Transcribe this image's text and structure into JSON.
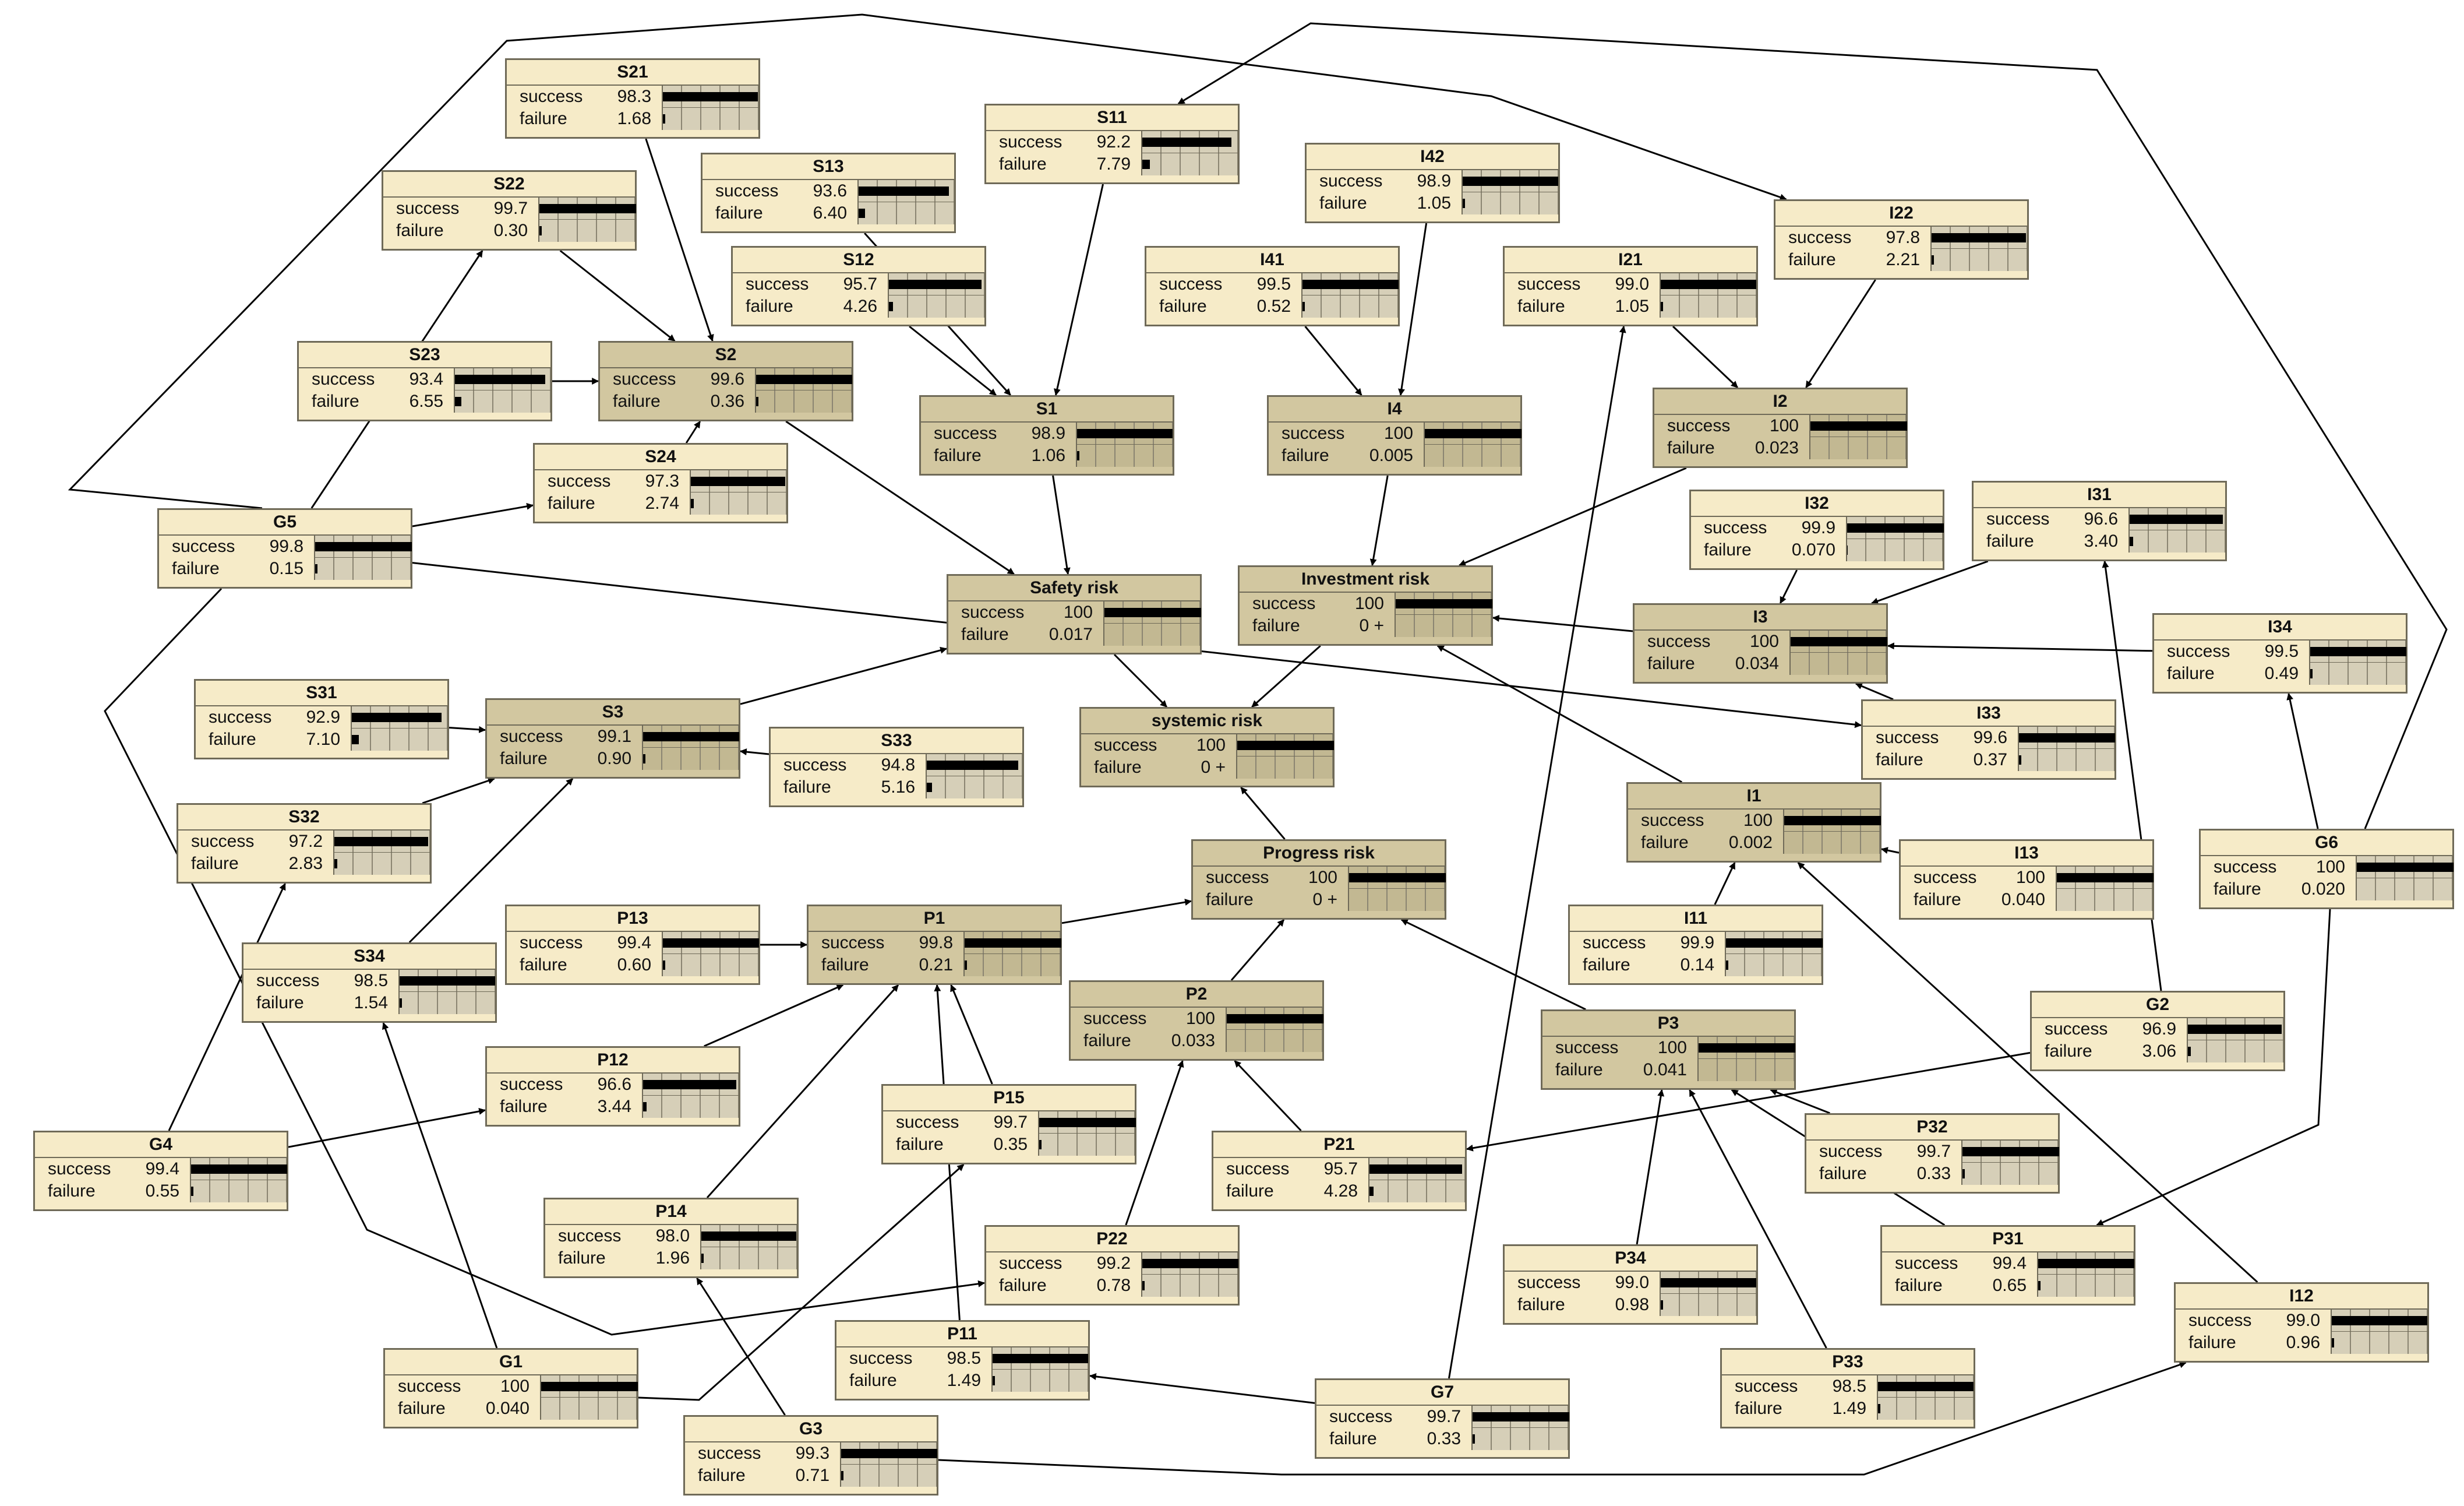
{
  "state_labels": {
    "success": "success",
    "failure": "failure"
  },
  "nodes": [
    {
      "id": "S21",
      "title": "S21",
      "success": "98.3",
      "failure": "1.68",
      "p_success": 0.983,
      "p_failure": 0.0168
    },
    {
      "id": "S22",
      "title": "S22",
      "success": "99.7",
      "failure": "0.30",
      "p_success": 0.997,
      "p_failure": 0.003
    },
    {
      "id": "S13",
      "title": "S13",
      "success": "93.6",
      "failure": "6.40",
      "p_success": 0.936,
      "p_failure": 0.064
    },
    {
      "id": "S11",
      "title": "S11",
      "success": "92.2",
      "failure": "7.79",
      "p_success": 0.922,
      "p_failure": 0.0779
    },
    {
      "id": "I42",
      "title": "I42",
      "success": "98.9",
      "failure": "1.05",
      "p_success": 0.989,
      "p_failure": 0.0105
    },
    {
      "id": "I22",
      "title": "I22",
      "success": "97.8",
      "failure": "2.21",
      "p_success": 0.978,
      "p_failure": 0.0221
    },
    {
      "id": "S12",
      "title": "S12",
      "success": "95.7",
      "failure": "4.26",
      "p_success": 0.957,
      "p_failure": 0.0426
    },
    {
      "id": "I41",
      "title": "I41",
      "success": "99.5",
      "failure": "0.52",
      "p_success": 0.995,
      "p_failure": 0.0052
    },
    {
      "id": "I21",
      "title": "I21",
      "success": "99.0",
      "failure": "1.05",
      "p_success": 0.99,
      "p_failure": 0.0105
    },
    {
      "id": "S23",
      "title": "S23",
      "success": "93.4",
      "failure": "6.55",
      "p_success": 0.934,
      "p_failure": 0.0655
    },
    {
      "id": "S2",
      "title": "S2",
      "success": "99.6",
      "failure": "0.36",
      "p_success": 0.996,
      "p_failure": 0.0036,
      "dark": true
    },
    {
      "id": "S1",
      "title": "S1",
      "success": "98.9",
      "failure": "1.06",
      "p_success": 0.989,
      "p_failure": 0.0106,
      "dark": true
    },
    {
      "id": "I4",
      "title": "I4",
      "success": "100",
      "failure": "0.005",
      "p_success": 1.0,
      "p_failure": 5e-05,
      "dark": true
    },
    {
      "id": "I2",
      "title": "I2",
      "success": "100",
      "failure": "0.023",
      "p_success": 1.0,
      "p_failure": 0.00023,
      "dark": true
    },
    {
      "id": "S24",
      "title": "S24",
      "success": "97.3",
      "failure": "2.74",
      "p_success": 0.973,
      "p_failure": 0.0274
    },
    {
      "id": "G5",
      "title": "G5",
      "success": "99.8",
      "failure": "0.15",
      "p_success": 0.998,
      "p_failure": 0.0015
    },
    {
      "id": "I32",
      "title": "I32",
      "success": "99.9",
      "failure": "0.070",
      "p_success": 0.999,
      "p_failure": 0.0007
    },
    {
      "id": "I31",
      "title": "I31",
      "success": "96.6",
      "failure": "3.40",
      "p_success": 0.966,
      "p_failure": 0.034
    },
    {
      "id": "SafetyRisk",
      "title": "Safety risk",
      "success": "100",
      "failure": "0.017",
      "p_success": 1.0,
      "p_failure": 0.00017,
      "dark": true
    },
    {
      "id": "InvestmentRisk",
      "title": "Investment risk",
      "success": "100",
      "failure": "0 +",
      "p_success": 1.0,
      "p_failure": 0.0,
      "dark": true
    },
    {
      "id": "I3",
      "title": "I3",
      "success": "100",
      "failure": "0.034",
      "p_success": 1.0,
      "p_failure": 0.00034,
      "dark": true
    },
    {
      "id": "I34",
      "title": "I34",
      "success": "99.5",
      "failure": "0.49",
      "p_success": 0.995,
      "p_failure": 0.0049
    },
    {
      "id": "S31",
      "title": "S31",
      "success": "92.9",
      "failure": "7.10",
      "p_success": 0.929,
      "p_failure": 0.071
    },
    {
      "id": "S3",
      "title": "S3",
      "success": "99.1",
      "failure": "0.90",
      "p_success": 0.991,
      "p_failure": 0.009,
      "dark": true
    },
    {
      "id": "SystemicRisk",
      "title": "systemic risk",
      "success": "100",
      "failure": "0 +",
      "p_success": 1.0,
      "p_failure": 0.0,
      "dark": true
    },
    {
      "id": "S33",
      "title": "S33",
      "success": "94.8",
      "failure": "5.16",
      "p_success": 0.948,
      "p_failure": 0.0516
    },
    {
      "id": "I33",
      "title": "I33",
      "success": "99.6",
      "failure": "0.37",
      "p_success": 0.996,
      "p_failure": 0.0037
    },
    {
      "id": "I1",
      "title": "I1",
      "success": "100",
      "failure": "0.002",
      "p_success": 1.0,
      "p_failure": 2e-05,
      "dark": true
    },
    {
      "id": "S32",
      "title": "S32",
      "success": "97.2",
      "failure": "2.83",
      "p_success": 0.972,
      "p_failure": 0.0283
    },
    {
      "id": "ProgressRisk",
      "title": "Progress risk",
      "success": "100",
      "failure": "0 +",
      "p_success": 1.0,
      "p_failure": 0.0,
      "dark": true
    },
    {
      "id": "I13",
      "title": "I13",
      "success": "100",
      "failure": "0.040",
      "p_success": 1.0,
      "p_failure": 0.0004
    },
    {
      "id": "G6",
      "title": "G6",
      "success": "100",
      "failure": "0.020",
      "p_success": 1.0,
      "p_failure": 0.0002
    },
    {
      "id": "P13",
      "title": "P13",
      "success": "99.4",
      "failure": "0.60",
      "p_success": 0.994,
      "p_failure": 0.006
    },
    {
      "id": "P1",
      "title": "P1",
      "success": "99.8",
      "failure": "0.21",
      "p_success": 0.998,
      "p_failure": 0.0021,
      "dark": true
    },
    {
      "id": "I11",
      "title": "I11",
      "success": "99.9",
      "failure": "0.14",
      "p_success": 0.999,
      "p_failure": 0.0014
    },
    {
      "id": "S34",
      "title": "S34",
      "success": "98.5",
      "failure": "1.54",
      "p_success": 0.985,
      "p_failure": 0.0154
    },
    {
      "id": "P2",
      "title": "P2",
      "success": "100",
      "failure": "0.033",
      "p_success": 1.0,
      "p_failure": 0.00033,
      "dark": true
    },
    {
      "id": "P3",
      "title": "P3",
      "success": "100",
      "failure": "0.041",
      "p_success": 1.0,
      "p_failure": 0.00041,
      "dark": true
    },
    {
      "id": "G2",
      "title": "G2",
      "success": "96.9",
      "failure": "3.06",
      "p_success": 0.969,
      "p_failure": 0.0306
    },
    {
      "id": "P12",
      "title": "P12",
      "success": "96.6",
      "failure": "3.44",
      "p_success": 0.966,
      "p_failure": 0.0344
    },
    {
      "id": "P15",
      "title": "P15",
      "success": "99.7",
      "failure": "0.35",
      "p_success": 0.997,
      "p_failure": 0.0035
    },
    {
      "id": "G4",
      "title": "G4",
      "success": "99.4",
      "failure": "0.55",
      "p_success": 0.994,
      "p_failure": 0.0055
    },
    {
      "id": "P21",
      "title": "P21",
      "success": "95.7",
      "failure": "4.28",
      "p_success": 0.957,
      "p_failure": 0.0428
    },
    {
      "id": "P32",
      "title": "P32",
      "success": "99.7",
      "failure": "0.33",
      "p_success": 0.997,
      "p_failure": 0.0033
    },
    {
      "id": "P14",
      "title": "P14",
      "success": "98.0",
      "failure": "1.96",
      "p_success": 0.98,
      "p_failure": 0.0196
    },
    {
      "id": "P22",
      "title": "P22",
      "success": "99.2",
      "failure": "0.78",
      "p_success": 0.992,
      "p_failure": 0.0078
    },
    {
      "id": "P34",
      "title": "P34",
      "success": "99.0",
      "failure": "0.98",
      "p_success": 0.99,
      "p_failure": 0.0098
    },
    {
      "id": "P31",
      "title": "P31",
      "success": "99.4",
      "failure": "0.65",
      "p_success": 0.994,
      "p_failure": 0.0065
    },
    {
      "id": "I12",
      "title": "I12",
      "success": "99.0",
      "failure": "0.96",
      "p_success": 0.99,
      "p_failure": 0.0096
    },
    {
      "id": "P11",
      "title": "P11",
      "success": "98.5",
      "failure": "1.49",
      "p_success": 0.985,
      "p_failure": 0.0149
    },
    {
      "id": "P33",
      "title": "P33",
      "success": "98.5",
      "failure": "1.49",
      "p_success": 0.985,
      "p_failure": 0.0149
    },
    {
      "id": "G1",
      "title": "G1",
      "success": "100",
      "failure": "0.040",
      "p_success": 1.0,
      "p_failure": 0.0004
    },
    {
      "id": "G7",
      "title": "G7",
      "success": "99.7",
      "failure": "0.33",
      "p_success": 0.997,
      "p_failure": 0.0033
    },
    {
      "id": "G3",
      "title": "G3",
      "success": "99.3",
      "failure": "0.71",
      "p_success": 0.993,
      "p_failure": 0.0071
    }
  ],
  "edges": [
    [
      "S21",
      "S2"
    ],
    [
      "S22",
      "S2"
    ],
    [
      "S23",
      "S2"
    ],
    [
      "S24",
      "S2"
    ],
    [
      "S11",
      "S1"
    ],
    [
      "S12",
      "S1"
    ],
    [
      "S13",
      "S1"
    ],
    [
      "S31",
      "S3"
    ],
    [
      "S32",
      "S3"
    ],
    [
      "S33",
      "S3"
    ],
    [
      "S34",
      "S3"
    ],
    [
      "S1",
      "SafetyRisk"
    ],
    [
      "S2",
      "SafetyRisk"
    ],
    [
      "S3",
      "SafetyRisk"
    ],
    [
      "I41",
      "I4"
    ],
    [
      "I42",
      "I4"
    ],
    [
      "I21",
      "I2"
    ],
    [
      "I22",
      "I2"
    ],
    [
      "I31",
      "I3"
    ],
    [
      "I32",
      "I3"
    ],
    [
      "I33",
      "I3"
    ],
    [
      "I34",
      "I3"
    ],
    [
      "I11",
      "I1"
    ],
    [
      "I12",
      "I1"
    ],
    [
      "I13",
      "I1"
    ],
    [
      "I1",
      "InvestmentRisk"
    ],
    [
      "I2",
      "InvestmentRisk"
    ],
    [
      "I3",
      "InvestmentRisk"
    ],
    [
      "I4",
      "InvestmentRisk"
    ],
    [
      "P11",
      "P1"
    ],
    [
      "P12",
      "P1"
    ],
    [
      "P13",
      "P1"
    ],
    [
      "P14",
      "P1"
    ],
    [
      "P15",
      "P1"
    ],
    [
      "P21",
      "P2"
    ],
    [
      "P22",
      "P2"
    ],
    [
      "P31",
      "P3"
    ],
    [
      "P32",
      "P3"
    ],
    [
      "P33",
      "P3"
    ],
    [
      "P34",
      "P3"
    ],
    [
      "P1",
      "ProgressRisk"
    ],
    [
      "P2",
      "ProgressRisk"
    ],
    [
      "P3",
      "ProgressRisk"
    ],
    [
      "SafetyRisk",
      "SystemicRisk"
    ],
    [
      "InvestmentRisk",
      "SystemicRisk"
    ],
    [
      "ProgressRisk",
      "SystemicRisk"
    ],
    [
      "G5",
      "S22"
    ],
    [
      "G5",
      "S24"
    ],
    [
      "G5",
      "I33"
    ],
    [
      "G5",
      "P22"
    ],
    [
      "G5",
      "I22"
    ],
    [
      "G4",
      "S32"
    ],
    [
      "G4",
      "P12"
    ],
    [
      "G1",
      "S34"
    ],
    [
      "G1",
      "P15"
    ],
    [
      "G3",
      "P14"
    ],
    [
      "G3",
      "I12"
    ],
    [
      "G7",
      "I21"
    ],
    [
      "G7",
      "P11"
    ],
    [
      "G2",
      "P21"
    ],
    [
      "G2",
      "I31"
    ],
    [
      "G6",
      "I34"
    ],
    [
      "G6",
      "P31"
    ],
    [
      "G6",
      "S11"
    ]
  ]
}
